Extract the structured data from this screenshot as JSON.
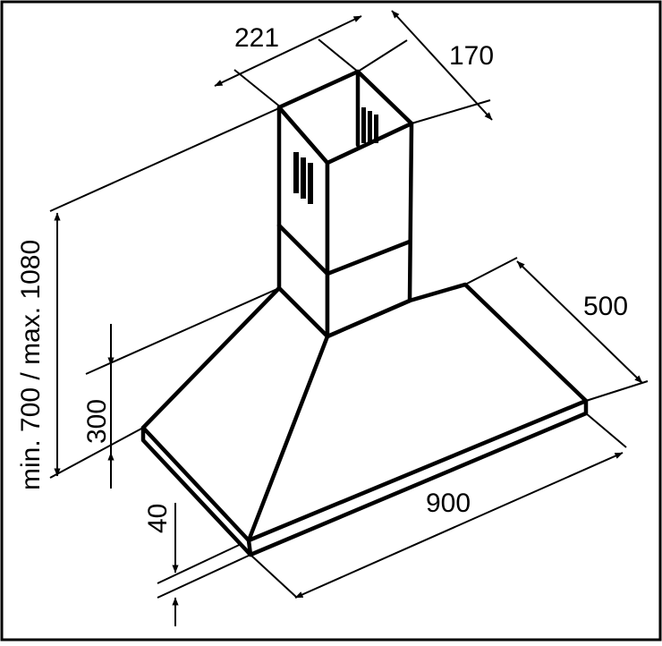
{
  "diagram": {
    "dimensions": {
      "chimney_width": "221",
      "chimney_depth": "170",
      "total_height": "min. 700 / max. 1080",
      "canopy_depth": "500",
      "canopy_height": "300",
      "width": "900",
      "edge_height": "40"
    },
    "colors": {
      "line": "#000000",
      "background": "#ffffff",
      "frame": "#000000"
    }
  }
}
